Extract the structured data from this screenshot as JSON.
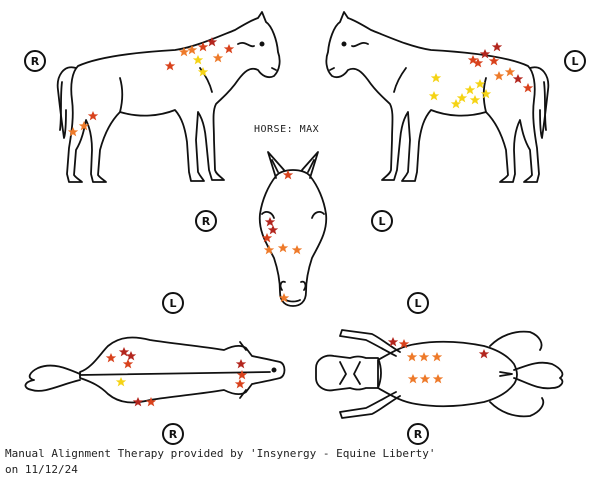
{
  "horse_label": "HORSE: MAX",
  "caption_line1": "Manual Alignment Therapy provided by 'Insynergy - Equine Liberty'",
  "caption_line2": "on 11/12/24",
  "side_badges": {
    "right_side_view": "R",
    "left_side_view": "L",
    "front_view_right": "R",
    "front_view_left": "L",
    "top_view_left": "L",
    "top_view_right": "R",
    "bottom_view_left": "L",
    "bottom_view_right": "R"
  },
  "colors": {
    "outline": "#111111",
    "star_dark_red": "#b3261e",
    "star_red": "#d9421c",
    "star_orange": "#ee7a2a",
    "star_yellow": "#f5d315"
  },
  "icons": [
    "star-icon"
  ]
}
